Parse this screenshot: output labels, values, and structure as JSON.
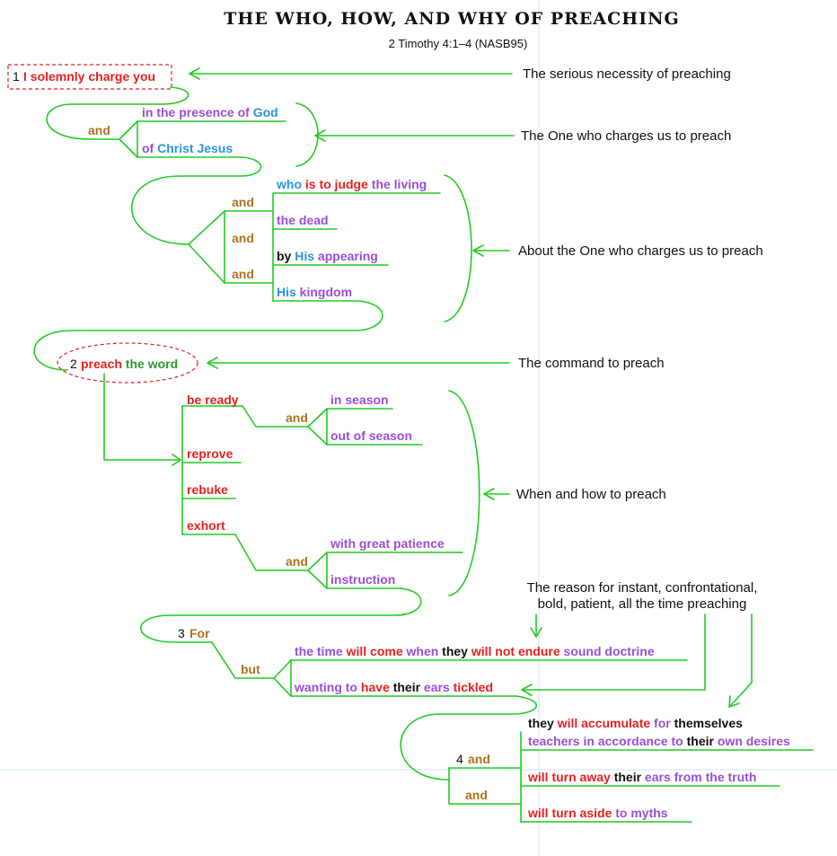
{
  "colors": {
    "line": "#22cc22",
    "red": "#e8201e",
    "purple": "#9a4fd3",
    "blue": "#2a95dd",
    "brown": "#b0731e",
    "green": "#2c9a2c",
    "black": "#111111",
    "guide": "#cfe6ef"
  },
  "title": "THE WHO, HOW, AND WHY OF PREACHING",
  "reference": "2 Timothy 4:1–4 (NASB95)",
  "annotations": {
    "serious_necessity": "The serious necessity of preaching",
    "one_who_charges": "The One who charges us to preach",
    "about_the_one": "About the One who charges us to preach",
    "command": "The command to preach",
    "when_how": "When and how to preach",
    "reason_line1": "The reason for instant, confrontational,",
    "reason_line2": "bold, patient, all the time preaching"
  },
  "connectors": {
    "and": "and",
    "but": "but",
    "for": "For"
  },
  "verse_numbers": {
    "v1": "1",
    "v2": "2",
    "v3": "3",
    "v4": "4"
  },
  "phrases": {
    "charge": [
      {
        "t": "I solemnly charge you",
        "c": "red"
      }
    ],
    "presence_of_god": [
      {
        "t": "in the presence of ",
        "c": "purple"
      },
      {
        "t": "God",
        "c": "blue"
      }
    ],
    "of_christ_jesus": [
      {
        "t": "of ",
        "c": "purple"
      },
      {
        "t": "Christ Jesus",
        "c": "blue"
      }
    ],
    "judge_living": [
      {
        "t": "who ",
        "c": "blue"
      },
      {
        "t": "is to judge",
        "c": "red"
      },
      {
        "t": " the living",
        "c": "purple"
      }
    ],
    "the_dead": [
      {
        "t": "the dead",
        "c": "purple"
      }
    ],
    "his_appearing": [
      {
        "t": "by ",
        "c": "black"
      },
      {
        "t": "His",
        "c": "blue"
      },
      {
        "t": " appearing",
        "c": "purple"
      }
    ],
    "his_kingdom": [
      {
        "t": "His",
        "c": "blue"
      },
      {
        "t": " kingdom",
        "c": "purple"
      }
    ],
    "preach_word": [
      {
        "t": "preach",
        "c": "red"
      },
      {
        "t": " the word",
        "c": "green"
      }
    ],
    "be_ready": [
      {
        "t": "be ready",
        "c": "red"
      }
    ],
    "in_season": [
      {
        "t": "in season",
        "c": "purple"
      }
    ],
    "out_of_season": [
      {
        "t": "out of season",
        "c": "purple"
      }
    ],
    "reprove": [
      {
        "t": "reprove",
        "c": "red"
      }
    ],
    "rebuke": [
      {
        "t": "rebuke",
        "c": "red"
      }
    ],
    "exhort": [
      {
        "t": "exhort",
        "c": "red"
      }
    ],
    "great_patience": [
      {
        "t": "with great patience",
        "c": "purple"
      }
    ],
    "instruction": [
      {
        "t": "instruction",
        "c": "purple"
      }
    ],
    "time_will_come": [
      {
        "t": "the time ",
        "c": "purple"
      },
      {
        "t": "will come",
        "c": "red"
      },
      {
        "t": " when ",
        "c": "purple"
      },
      {
        "t": "they",
        "c": "black"
      },
      {
        "t": " will not endure",
        "c": "red"
      },
      {
        "t": " sound doctrine",
        "c": "purple"
      }
    ],
    "ears_tickled": [
      {
        "t": "wanting to ",
        "c": "purple"
      },
      {
        "t": "have",
        "c": "red"
      },
      {
        "t": " their",
        "c": "black"
      },
      {
        "t": " ears",
        "c": "purple"
      },
      {
        "t": " tickled",
        "c": "red"
      }
    ],
    "accumulate": [
      {
        "t": "they",
        "c": "black"
      },
      {
        "t": " will accumulate",
        "c": "red"
      },
      {
        "t": " for",
        "c": "purple"
      },
      {
        "t": " themselves",
        "c": "black"
      }
    ],
    "teachers": [
      {
        "t": "teachers in accordance to ",
        "c": "purple"
      },
      {
        "t": "their",
        "c": "black"
      },
      {
        "t": " own desires",
        "c": "purple"
      }
    ],
    "turn_away": [
      {
        "t": "will turn away",
        "c": "red"
      },
      {
        "t": " their",
        "c": "black"
      },
      {
        "t": " ears from the truth",
        "c": "purple"
      }
    ],
    "turn_aside": [
      {
        "t": "will turn aside",
        "c": "red"
      },
      {
        "t": " to myths",
        "c": "purple"
      }
    ]
  }
}
